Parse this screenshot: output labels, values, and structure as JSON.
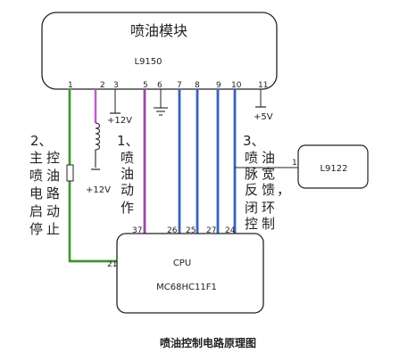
{
  "injector_module": {
    "title": "喷油模块",
    "part": "L9150",
    "pins": [
      {
        "num": "1",
        "id": "p1"
      },
      {
        "num": "2",
        "id": "p2"
      },
      {
        "num": "3",
        "id": "p3"
      },
      {
        "num": "5",
        "id": "p5"
      },
      {
        "num": "6",
        "id": "p6"
      },
      {
        "num": "7",
        "id": "p7"
      },
      {
        "num": "8",
        "id": "p8"
      },
      {
        "num": "9",
        "id": "p9"
      },
      {
        "num": "10",
        "id": "p10"
      },
      {
        "num": "11",
        "id": "p11"
      }
    ]
  },
  "cpu": {
    "title": "CPU",
    "part": "MC68HC11F1",
    "pins": [
      {
        "num": "37",
        "id": "c37"
      },
      {
        "num": "26",
        "id": "c26"
      },
      {
        "num": "25",
        "id": "c25"
      },
      {
        "num": "27",
        "id": "c27"
      },
      {
        "num": "24",
        "id": "c24"
      },
      {
        "num": "21",
        "id": "c21"
      }
    ]
  },
  "feedback_chip": {
    "part": "L9122",
    "pin": "1"
  },
  "supply": {
    "pin3": "+12V",
    "coil": "+12V",
    "pin11": "+5V"
  },
  "annotations": {
    "a1": {
      "line1": "1、",
      "chars": [
        "喷",
        "油",
        "动",
        "作"
      ]
    },
    "a2": {
      "line1": "2、",
      "cols": [
        [
          "主",
          "喷",
          "电",
          "启",
          "停"
        ],
        [
          "控",
          "油",
          "路",
          "动",
          "止"
        ]
      ]
    },
    "a3": {
      "line1": "3、",
      "cols": [
        [
          "喷",
          "脉",
          "反",
          "闭",
          "控"
        ],
        [
          "油",
          "宽",
          "馈",
          "环",
          "制"
        ]
      ],
      "comma": "，"
    }
  },
  "caption": "喷油控制电路原理图",
  "colors": {
    "green": "#5ec84a",
    "purple": "#c05ad0",
    "blue": "#4a7ee0",
    "outline": "#222222"
  }
}
